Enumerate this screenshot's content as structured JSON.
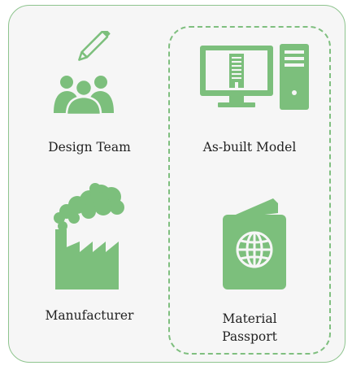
{
  "colors": {
    "icon_green": "#7cbf7c",
    "frame_border": "#8ec48e",
    "dashed_border": "#7fbf7f",
    "panel_background": "#f6f6f6",
    "label_text": "#222222"
  },
  "nodes": {
    "design_team": {
      "label": "Design Team",
      "icon": "pencil-team-icon"
    },
    "as_built_model": {
      "label": "As-built Model",
      "icon": "computer-building-icon"
    },
    "manufacturer": {
      "label": "Manufacturer",
      "icon": "factory-smoke-icon"
    },
    "material_passport": {
      "label_line1": "Material",
      "label_line2": "Passport",
      "icon": "passport-globe-icon"
    }
  }
}
